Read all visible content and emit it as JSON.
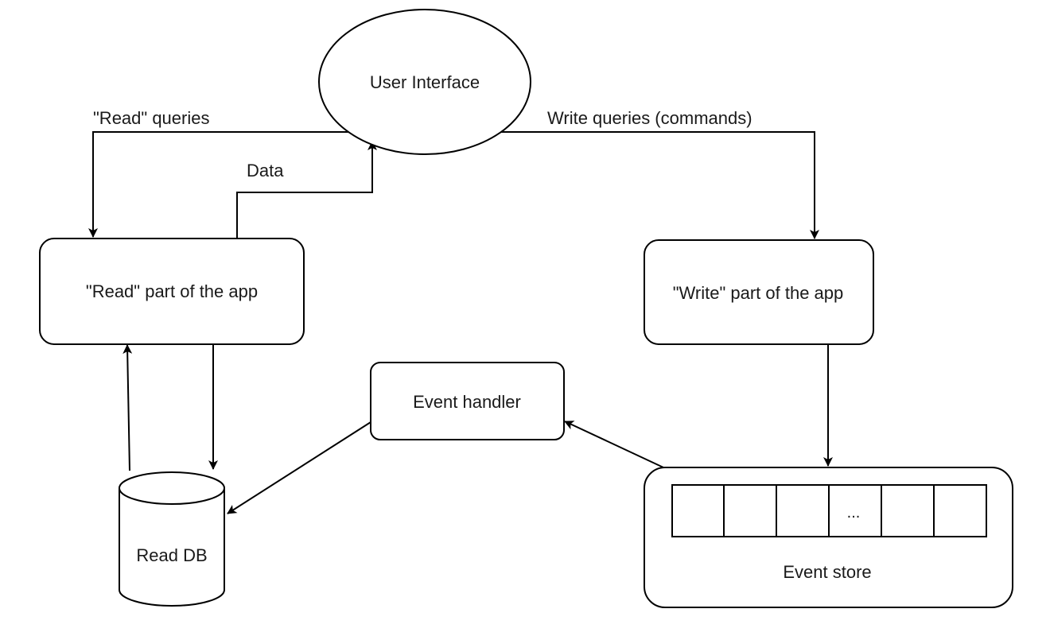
{
  "diagram": {
    "nodes": {
      "user_interface": "User Interface",
      "read_part": "\"Read\" part of the app",
      "write_part": "\"Write\" part of the app",
      "event_handler": "Event handler",
      "read_db": "Read DB",
      "event_store": "Event store",
      "event_store_ellipsis": "..."
    },
    "edges": {
      "read_queries": "\"Read\" queries",
      "write_queries": "Write queries (commands)",
      "data": "Data"
    }
  }
}
